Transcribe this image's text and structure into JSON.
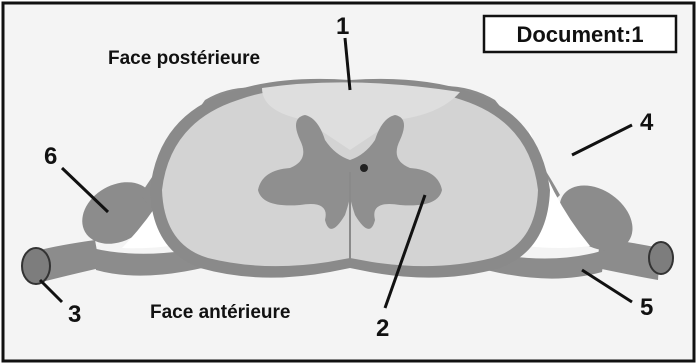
{
  "document_label": "Document:1",
  "face_posterior": "Face postérieure",
  "face_anterior": "Face antérieure",
  "labels": {
    "n1": "1",
    "n2": "2",
    "n3": "3",
    "n4": "4",
    "n5": "5",
    "n6": "6"
  },
  "colors": {
    "background": "#f4f4f4",
    "white_matter": "#d3d3d3",
    "posterior_white": "#dedede",
    "gray_matter_outline": "#8a8a8a",
    "gray_matter": "#8f8f8f",
    "root_fill": "#8c8c8c",
    "text": "#111111"
  }
}
